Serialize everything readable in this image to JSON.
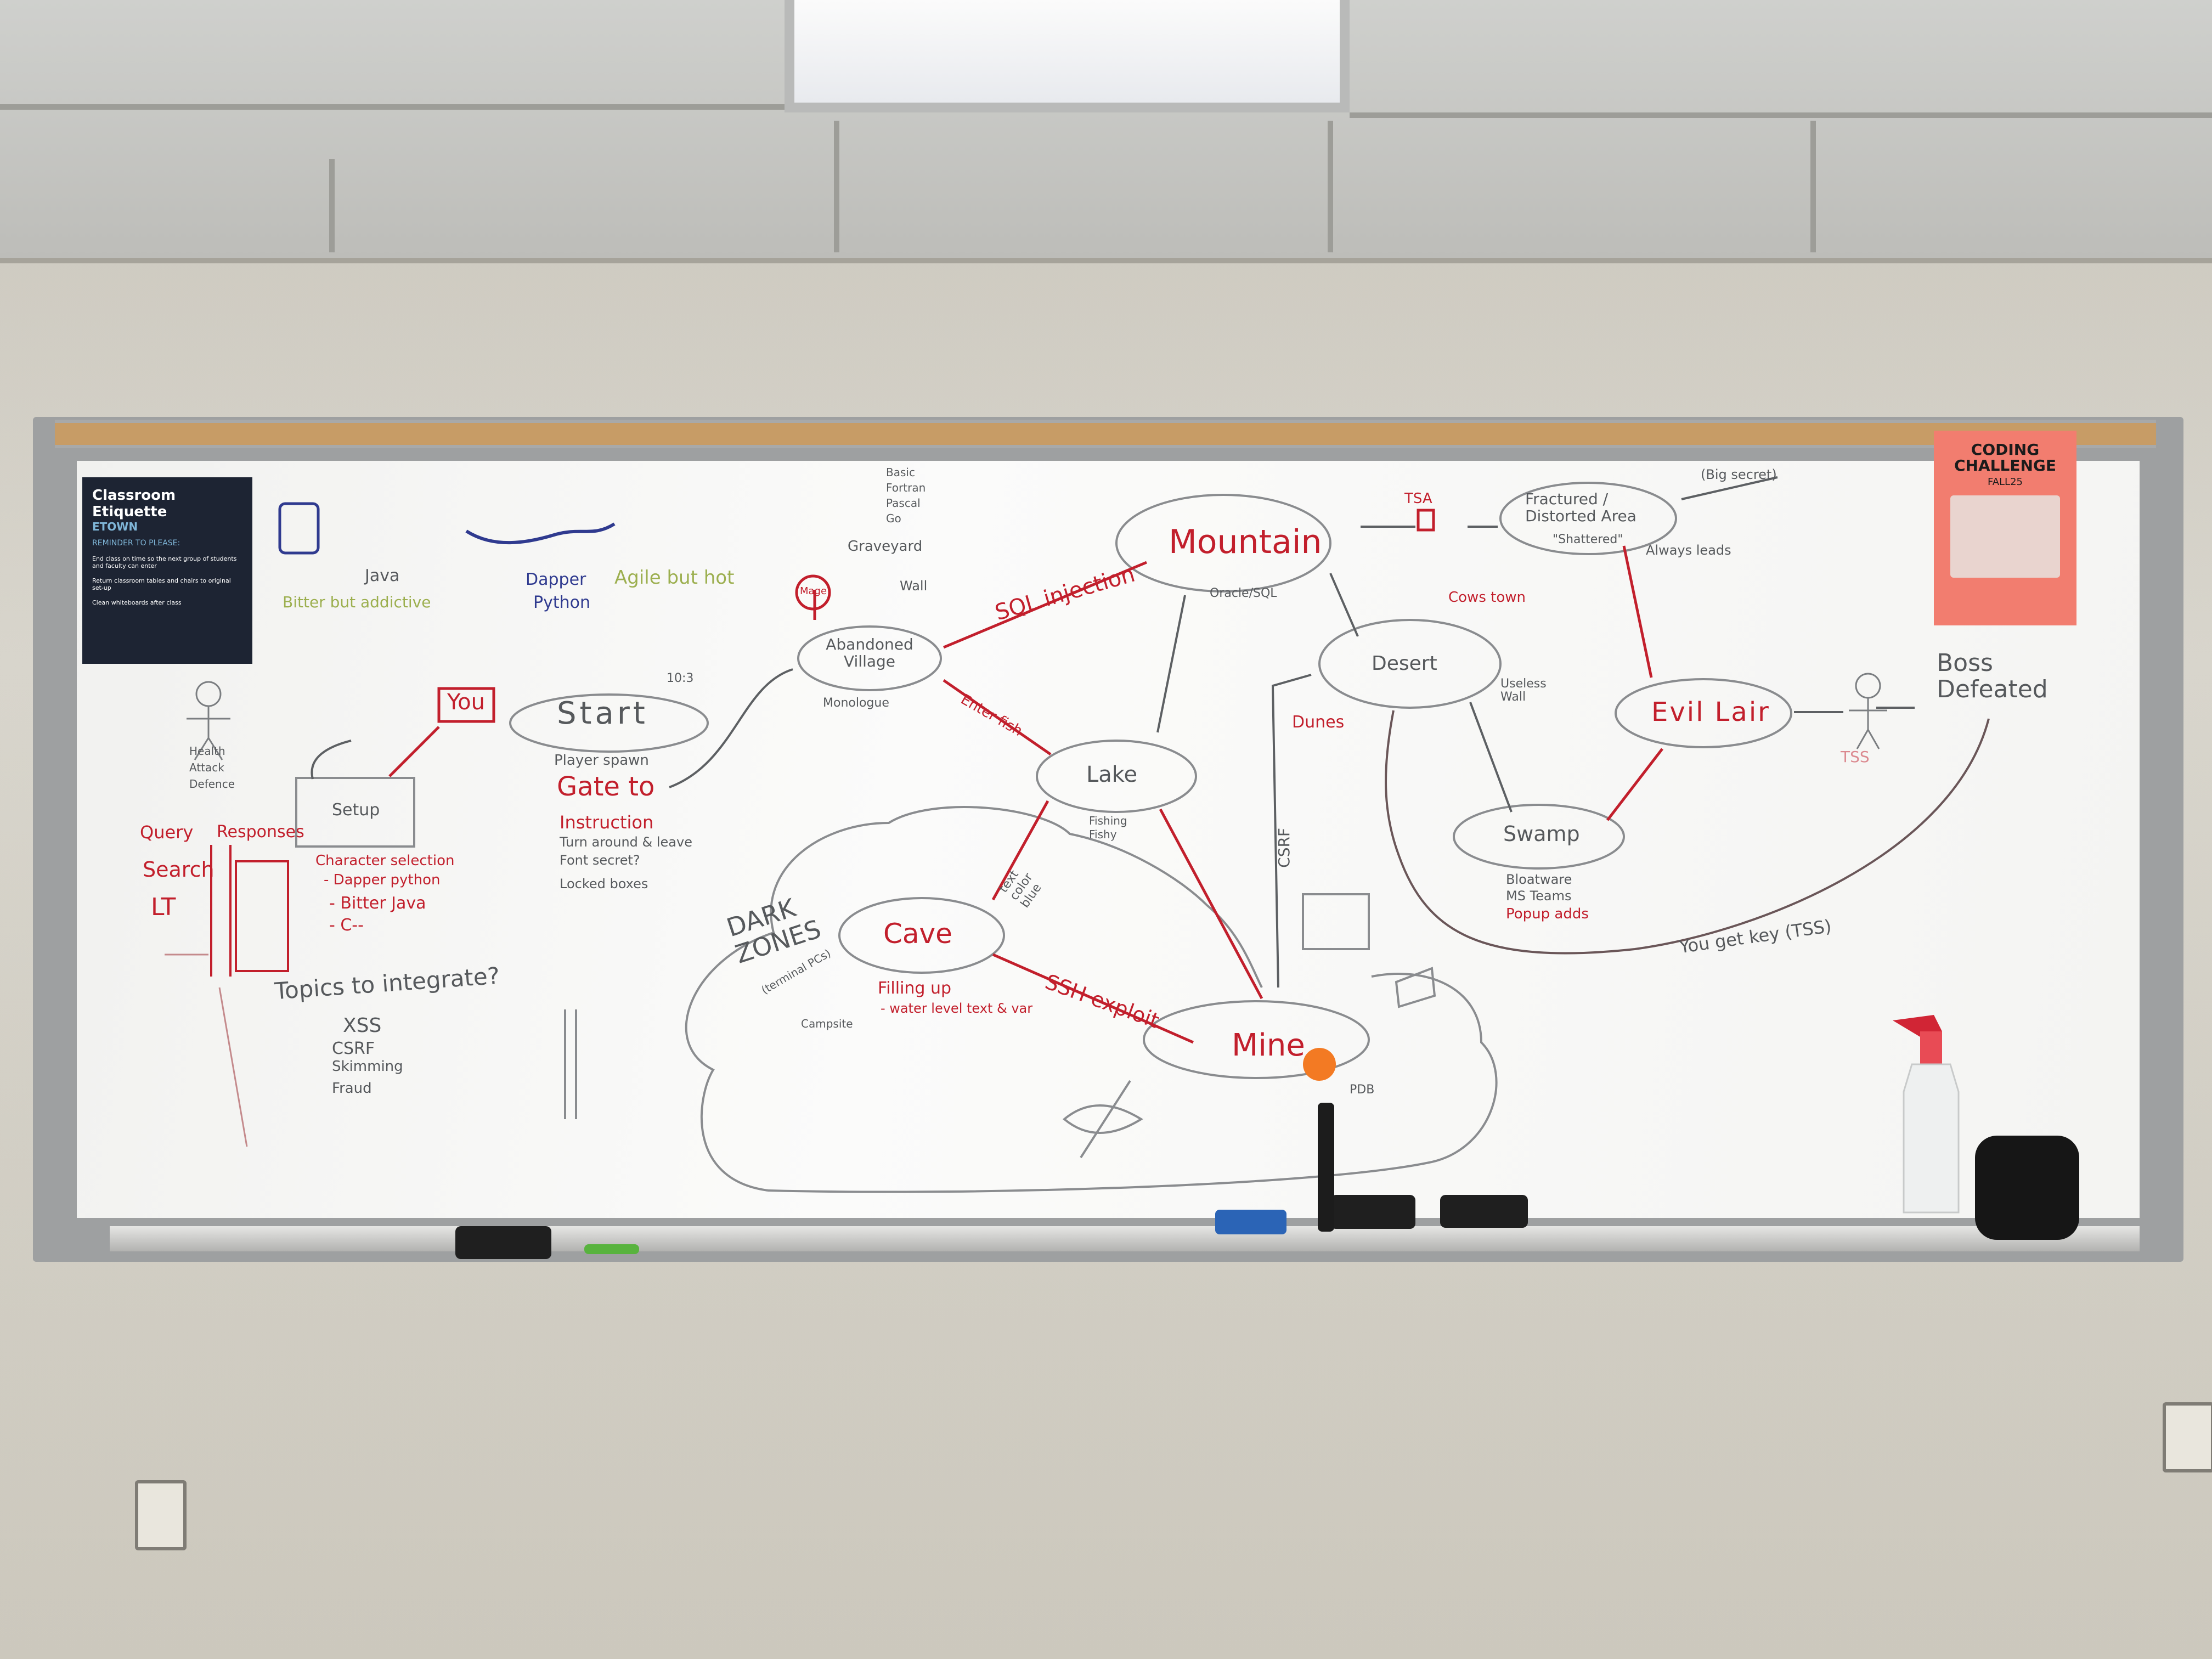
{
  "scene": {
    "sign": {
      "title": "Classroom Etiquette",
      "brand": "ETOWN",
      "reminder": "REMINDER TO PLEASE:",
      "items": [
        "End class on time so the next group of students and faculty can enter",
        "Return classroom tables and chairs to original set-up",
        "Clean whiteboards after class"
      ]
    },
    "poster": {
      "title": "CODING CHALLENGE",
      "semester": "FALL25"
    },
    "board": {
      "left_notes": {
        "java_caption": "Java",
        "bitter_caption": "Bitter but addictive",
        "python_caption_1": "Dapper",
        "python_caption_2": "Python",
        "agile_caption": "Agile but hot",
        "stats": [
          "Health",
          "Attack",
          "Defence"
        ],
        "query_label": "Query",
        "responses_label": "Responses",
        "search_label": "Search",
        "lt_label": "LT",
        "setup_label": "Setup",
        "character_notes": [
          "Character selection",
          "- Dapper python",
          "- Bitter Java",
          "- C--"
        ],
        "topics_title": "Topics to integrate?",
        "topics": [
          "XSS",
          "CSRF",
          "Skimming",
          "Fraud"
        ]
      },
      "nodes": {
        "you": "You",
        "start": "Start",
        "start_note": "10:3",
        "start_bullets": [
          "Player spawn",
          "Gate to",
          "Instruction",
          "Turn around & leave",
          "Font secret?",
          "Locked boxes"
        ],
        "village": "Abandoned Village",
        "village_note": "Monologue",
        "village_tag": "Mage",
        "graveyard": "Graveyard",
        "graveyard_langs": [
          "Basic",
          "Fortran",
          "Pascal",
          "Go"
        ],
        "wall": "Wall",
        "mountain": "Mountain",
        "mountain_note": "Oracle/SQL",
        "sql_injection": "SQL injection",
        "tsa": "TSA",
        "fractured": "Fractured / Distorted Area",
        "fractured_sub": "\"Shattered\"",
        "big_secret": "(Big secret)",
        "always_leads": "Always leads",
        "desert": "Desert",
        "desert_town": "Cows town",
        "dunes": "Dunes",
        "useless_wall": "Useless Wall",
        "evil_lair": "Evil Lair",
        "boss_defeated": "Boss Defeated",
        "tss": "TSS",
        "lake": "Lake",
        "lake_notes": [
          "Fishing",
          "Fishy"
        ],
        "enter_fish": "Enter fish",
        "text_color_blue": "text color blue",
        "swamp": "Swamp",
        "swamp_notes": [
          "Bloatware",
          "MS Teams",
          "Popup adds"
        ],
        "you_get_key": "You get key (TSS)",
        "cave": "Cave",
        "cave_notes": [
          "Filling up",
          "- water level text & var"
        ],
        "ssh_exploit": "SSH exploit",
        "dark_zones": "DARK ZONES",
        "dark_zones_sub": "(terminal PCs)",
        "campsite": "Campsite",
        "mine": "Mine",
        "mine_note": "PDB",
        "csrf": "CSRF"
      }
    },
    "colors": {
      "wall": "#d8d5cc",
      "board": "#f6f6f4",
      "red_marker": "#c21f2c",
      "gray_marker": "#56595c",
      "blue_marker": "#2f3a8f",
      "green_marker": "#9caf4f",
      "poster": "#f27d6f",
      "sign": "#1d2433"
    }
  }
}
